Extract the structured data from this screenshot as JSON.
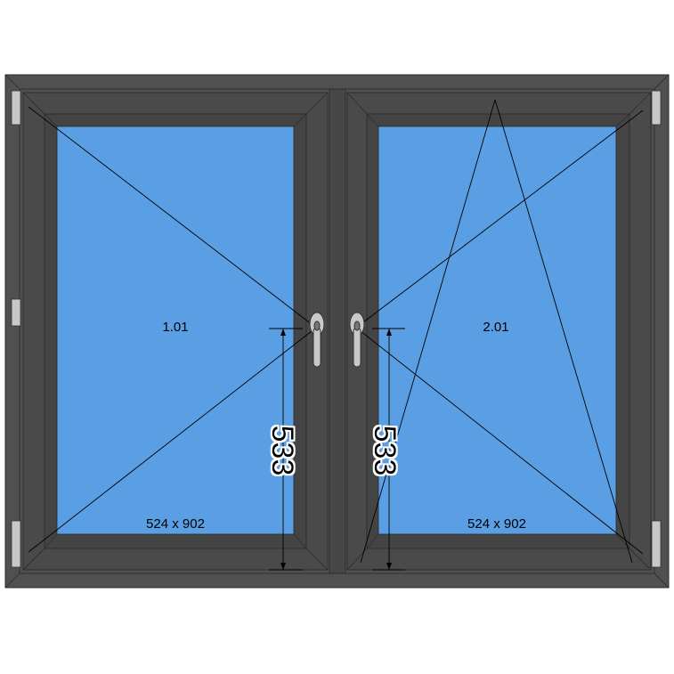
{
  "colors": {
    "frame": "#505050",
    "frame_dark": "#3c3c3c",
    "glass": "#5a9fe3",
    "hardware": "#c8c8c8",
    "line": "#000000"
  },
  "sashes": [
    {
      "id": "1.01",
      "size": "524 x 902",
      "handle_height": "533",
      "opening": "turn",
      "hinge_side": "left"
    },
    {
      "id": "2.01",
      "size": "524 x 902",
      "handle_height": "533",
      "opening": "tilt-turn",
      "hinge_side": "right"
    }
  ]
}
